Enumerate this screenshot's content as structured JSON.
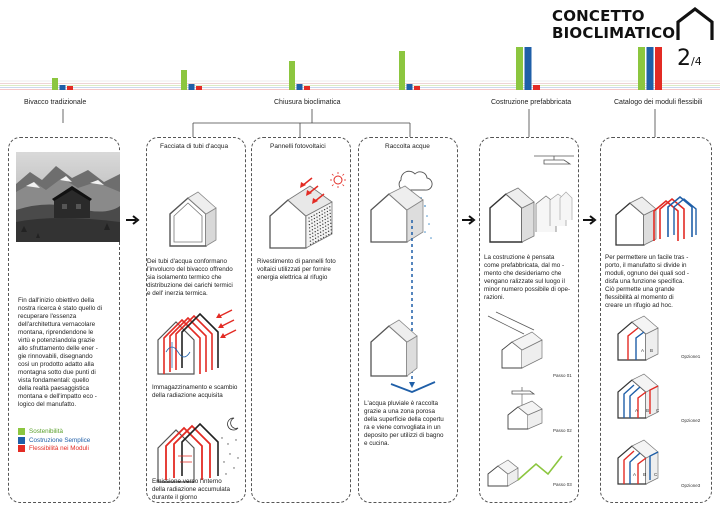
{
  "header": {
    "title_line1": "CONCETTO",
    "title_line2": "BIOCLIMATICO",
    "page_current": "2",
    "page_total": "/4"
  },
  "colors": {
    "sostenibilita": "#8cc63f",
    "costruzione": "#1f5fa8",
    "flessibilita": "#e32b24"
  },
  "stages": [
    {
      "label": "Bivacco tradizionale"
    },
    {
      "label": "Chiusura bioclimatica"
    },
    {
      "label": "Costruzione prefabbricata"
    },
    {
      "label": "Catalogo dei moduli flessibili"
    }
  ],
  "chart_data": {
    "type": "bar",
    "categories": [
      "Bivacco tradizionale",
      "Chiusura bioclimatica",
      "",
      "",
      "Costruzione prefabbricata",
      "Catalogo dei moduli flessibili"
    ],
    "series": [
      {
        "name": "Sostenibilità",
        "values": [
          1.2,
          2.0,
          2.9,
          3.9,
          4.3,
          4.3
        ]
      },
      {
        "name": "Costruzione Semplice",
        "values": [
          0.5,
          0.6,
          0.6,
          0.6,
          4.3,
          4.3
        ]
      },
      {
        "name": "Flessibilità nei Moduli",
        "values": [
          0.4,
          0.4,
          0.4,
          0.4,
          0.5,
          4.3
        ]
      }
    ],
    "ylim": [
      0,
      5
    ],
    "grid": true
  },
  "panels": {
    "facciata": {
      "label": "Facciata di tubi d'acqua",
      "desc1": [
        "Dei tubi d'acqua conformano",
        "l'involucro del bivacco offrendo",
        "sia isolamento termico che",
        "distribuzione dei carichi termici",
        "e dell' inerzia termica."
      ],
      "desc2": [
        "Immagazzinamento e scambio",
        "della radiazione acquisita"
      ],
      "desc3": [
        "Emissione verso l'interno",
        "della radiazione accumulata",
        "durante il giorno"
      ]
    },
    "pannelli": {
      "label": "Pannelli fotovoltaici",
      "desc": [
        "Rivestimento di pannelli foto",
        "voltaici utilizzati per fornire",
        "energia elettrica al rifugio"
      ]
    },
    "raccolta": {
      "label": "Raccolta acque",
      "desc": [
        "L'acqua pluviale è raccolta",
        "grazie a una zona porosa",
        "della superficie della copertu",
        "ra e viene convogliata in un",
        "deposito per utilizzi di bagno",
        "e cucina."
      ]
    },
    "bivacco": {
      "desc": [
        "Fin dall'inizio obiettivo della",
        "nostra ricerca è stato quello di",
        "recuperare l'essenza",
        "dell'architettura vernacolare",
        "montana, riprendendone le",
        "virtù e potenziandola grazie",
        "allo sfruttamento delle ener -",
        "gie rinnovabili, disegnando",
        "così un prodotto adatto alla",
        "montagna sotto due punti di",
        "vista fondamentali: quello",
        "della realtà paesaggistica",
        "montana e dell'impatto eco -",
        "logico del manufatto."
      ]
    },
    "costruzione": {
      "desc": [
        "La costruzione è pensata",
        "come prefabbricata, dal mo -",
        "mento che desideriamo  che",
        "vengano ralizzate sul luogo il",
        "minor numero possibile di ope-",
        "razioni."
      ],
      "steps": [
        "Passo 01",
        "Passo 02",
        "Passo 03"
      ]
    },
    "catalogo": {
      "desc": [
        "Per permettere un facile tras -",
        "porto, il manufatto si divide in",
        "moduli, ognuno dei quali sod -",
        "disfa una funzione specifica.",
        "Ciò permette una grande",
        "flessibilità al momento di",
        "creare un rifugio ad hoc."
      ],
      "options": [
        "Opzione1",
        "Opzione2",
        "Opzione3"
      ],
      "letters": [
        "A",
        "B",
        "C"
      ]
    }
  },
  "legend": [
    {
      "label": "Sostenibilità",
      "color": "#8cc63f"
    },
    {
      "label": "Costruzione Semplice",
      "color": "#1f5fa8"
    },
    {
      "label": "Flessibilità nei Moduli",
      "color": "#e32b24"
    }
  ]
}
